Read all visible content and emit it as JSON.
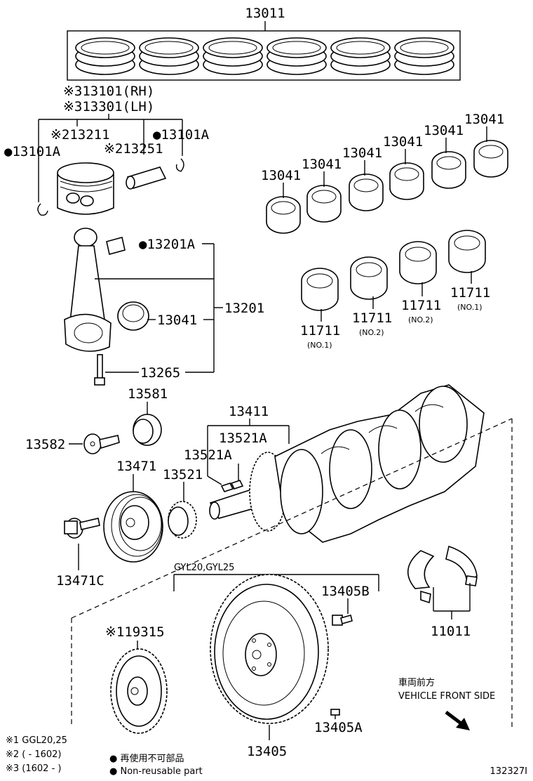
{
  "diagram": {
    "parts": {
      "piston_ring_set": "13011",
      "piston_rh": "※313101(RH)",
      "piston_lh": "※313301(LH)",
      "piston": "※213211",
      "pin_snap_ring_right": "●13101A",
      "pin_snap_ring_left": "●13101A",
      "piston_pin": "※213251",
      "conrod_bushing": "●13201A",
      "conrod_assembly": "13201",
      "conrod_bearing": "13041",
      "conrod_bolt": "13265",
      "bearing_1": "13041",
      "bearing_2": "13041",
      "bearing_3": "13041",
      "bearing_4": "13041",
      "bearing_5": "13041",
      "bearing_6": "13041",
      "main_bearing_1": "11711",
      "main_bearing_1_sub": "(NO.1)",
      "main_bearing_2": "11711",
      "main_bearing_2_sub": "(NO.2)",
      "main_bearing_3": "11711",
      "main_bearing_3_sub": "(NO.2)",
      "main_bearing_4": "11711",
      "main_bearing_4_sub": "(NO.1)",
      "pulley_washer": "13581",
      "pulley_bolt": "13582",
      "crankshaft": "13411",
      "crank_key_upper": "13521A",
      "crank_key_lower": "13521A",
      "timing_gear": "13521",
      "crank_pulley": "13471",
      "pulley_set_bolt": "13471C",
      "thrust_washer": "11011",
      "flywheel_variant": "GYL20,GYL25",
      "flywheel_bolt": "13405B",
      "signal_plate": "※119315",
      "flywheel": "13405",
      "flywheel_pin": "13405A"
    },
    "direction": {
      "jp": "車両前方",
      "en": "VEHICLE FRONT SIDE"
    },
    "footnotes": {
      "note1": "※1 GGL20,25",
      "note2": "※2 (      - 1602)",
      "note3": "※3 (1602 -      )",
      "nonreusable_jp": "● 再使用不可部品",
      "nonreusable_en": "● Non-reusable part"
    },
    "drawing_id": "132327I"
  }
}
